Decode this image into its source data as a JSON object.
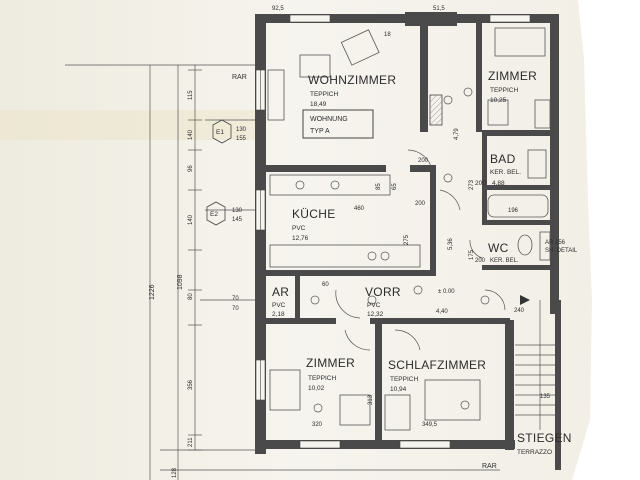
{
  "rooms": {
    "wohnzimmer": {
      "name": "WOHNZIMMER",
      "floor": "TEPPICH",
      "area": "18,49",
      "extra": "WOHNUNG",
      "extra2": "TYP A"
    },
    "zimmer_top": {
      "name": "ZIMMER",
      "floor": "TEPPICH",
      "area": "10,25"
    },
    "bad": {
      "name": "BAD",
      "floor": "KER. BEL.",
      "area": "200",
      "area2": "4,88"
    },
    "kueche": {
      "name": "KÜCHE",
      "floor": "PVC",
      "area": "12,76"
    },
    "wc": {
      "name": "WC",
      "floor": "KER. BEL.",
      "area": "200"
    },
    "ar": {
      "name": "AR",
      "floor": "PVC",
      "area": "2,18"
    },
    "vorr": {
      "name": "VORR",
      "floor": "PVC",
      "area": "12,32"
    },
    "zimmer_bottom": {
      "name": "ZIMMER",
      "floor": "TEPPICH",
      "area": "10,02"
    },
    "schlafzimmer": {
      "name": "SCHLAFZIMMER",
      "floor": "TEPPICH",
      "area": "10,94"
    },
    "stiegen": {
      "name": "STIEGEN",
      "floor": "TERRAZZO"
    }
  },
  "labels": {
    "rar_top": "RAR",
    "rar_bottom": "RAR",
    "e1": "E1",
    "e2": "E2",
    "e1_a": "130",
    "e1_b": "155",
    "e2_a": "130",
    "e2_b": "145",
    "sh_detail": "SH. DETAIL",
    "ar_156": "AR 156",
    "level": "± 0.00"
  },
  "dimensions": {
    "overall": "1226",
    "inner": "1098",
    "d115": "115",
    "d140": "140",
    "d96": "96",
    "d140b": "140",
    "d80": "80",
    "d356": "356",
    "d211": "211",
    "d128": "128",
    "d925": "92,5",
    "d515": "51,5",
    "d460": "460",
    "d320": "320",
    "d3495": "349,5",
    "d200a": "200",
    "d200b": "200",
    "d70a": "70",
    "d70b": "70",
    "d60": "60",
    "d313": "313",
    "d196": "196",
    "d18": "18",
    "d85": "85",
    "d65": "65",
    "d275": "275",
    "d479": "4,79",
    "d536": "5,36",
    "d273": "273",
    "d175": "175",
    "d440": "4,40",
    "d135": "135",
    "d240": "240"
  },
  "colors": {
    "paper": "#f3f1ea",
    "line": "#3a3a3a",
    "wall": "#4a4a4a"
  }
}
